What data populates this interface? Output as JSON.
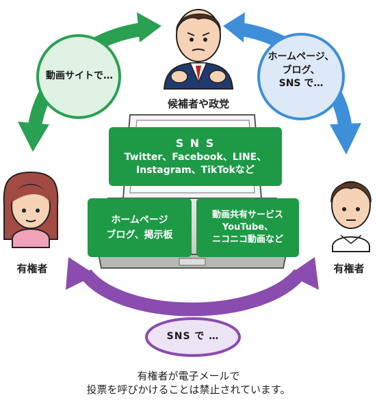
{
  "top": {
    "label": "候補者や政党"
  },
  "left": {
    "label": "有権者"
  },
  "right": {
    "label": "有権者"
  },
  "bubbles": {
    "left_green": "動画サイトで…",
    "right_blue": [
      "ホームページ、",
      "ブログ、",
      "SNS で…"
    ],
    "bottom_purple": "SNS で …"
  },
  "laptop": {
    "sns_box": [
      "S N S",
      "Twitter、Facebook、LINE、",
      "Instagram、TikTokなど"
    ],
    "hp_box": [
      "ホームページ",
      "ブログ、掲示板"
    ],
    "video_box": [
      "動画共有サービス",
      "YouTube、",
      "ニコニコ動画など"
    ]
  },
  "note": [
    "有権者が電子メールで",
    "投票を呼びかけることは禁止されています。"
  ],
  "colors": {
    "green_arrow": "#2aa052",
    "blue_arrow": "#3d8fd8",
    "purple_arrow": "#8a4cae",
    "green_box": "#1e9a47",
    "bubble_green": "#dff2e3",
    "bubble_blue": "#dde9f7",
    "bubble_purple": "#ece3f4"
  }
}
